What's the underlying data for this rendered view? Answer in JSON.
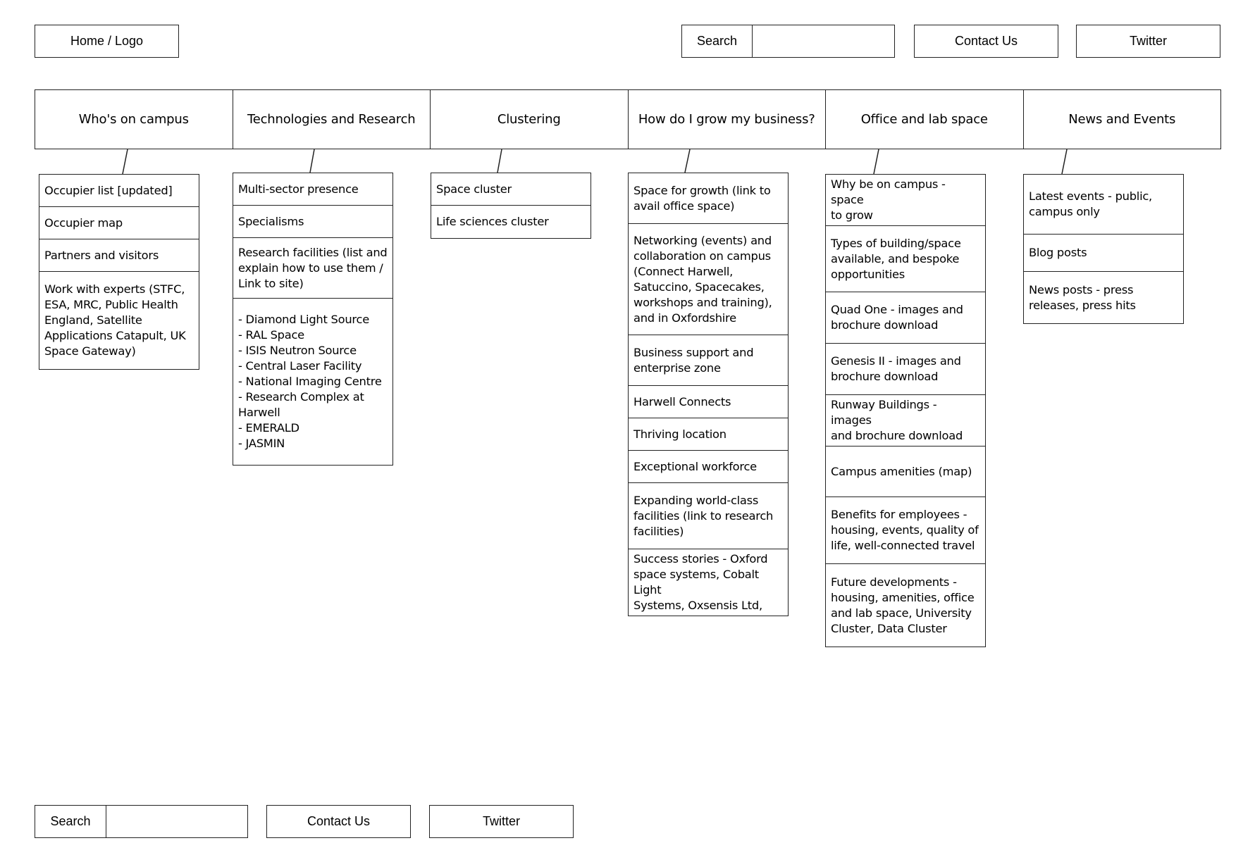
{
  "header": {
    "home_logo": "Home / Logo",
    "search_label": "Search",
    "contact_label": "Contact Us",
    "twitter_label": "Twitter"
  },
  "nav": [
    "Who's on campus",
    "Technologies and Research",
    "Clustering",
    "How do I grow my business?",
    "Office and lab space",
    "News and Events"
  ],
  "columns": {
    "whos_on_campus": [
      "Occupier list [updated]",
      "Occupier map",
      "Partners and visitors",
      "Work with experts (STFC,\nESA, MRC, Public Health\nEngland, Satellite\nApplications Catapult, UK\nSpace Gateway)"
    ],
    "technologies": [
      "Multi-sector presence",
      "Specialisms",
      "Research facilities (list and\nexplain how to use them /\nLink to site)",
      "- Diamond Light Source\n- RAL Space\n- ISIS Neutron Source\n- Central Laser Facility\n- National Imaging Centre\n- Research Complex at\nHarwell\n- EMERALD\n- JASMIN"
    ],
    "clustering": [
      "Space cluster",
      "Life sciences cluster"
    ],
    "grow_business": [
      "Space for growth (link to\navail office space)",
      "Networking (events) and\ncollaboration on campus\n(Connect Harwell,\nSatuccino, Spacecakes,\nworkshops and training),\nand in Oxfordshire",
      "Business support and\nenterprise zone",
      "Harwell Connects",
      "Thriving location",
      "Exceptional workforce",
      "Expanding world-class\nfacilities (link to research\nfacilities)",
      "Success stories - Oxford\nspace systems, Cobalt Light\nSystems, Oxsensis Ltd,"
    ],
    "office_lab": [
      "Why be on campus - space\nto grow",
      "Types of building/space\navailable, and bespoke\nopportunities",
      "Quad One - images and\nbrochure download",
      "Genesis II - images and\nbrochure download",
      "Runway Buildings - images\nand brochure download",
      "Campus amenities (map)",
      "Benefits for employees -\nhousing, events, quality of\nlife, well-connected travel",
      "Future developments -\nhousing, amenities, office\nand lab space, University\nCluster, Data Cluster"
    ],
    "news_events": [
      "Latest events - public,\ncampus only",
      "Blog posts",
      "News posts - press\nreleases, press hits"
    ]
  },
  "footer": {
    "search_label": "Search",
    "contact_label": "Contact Us",
    "twitter_label": "Twitter"
  }
}
